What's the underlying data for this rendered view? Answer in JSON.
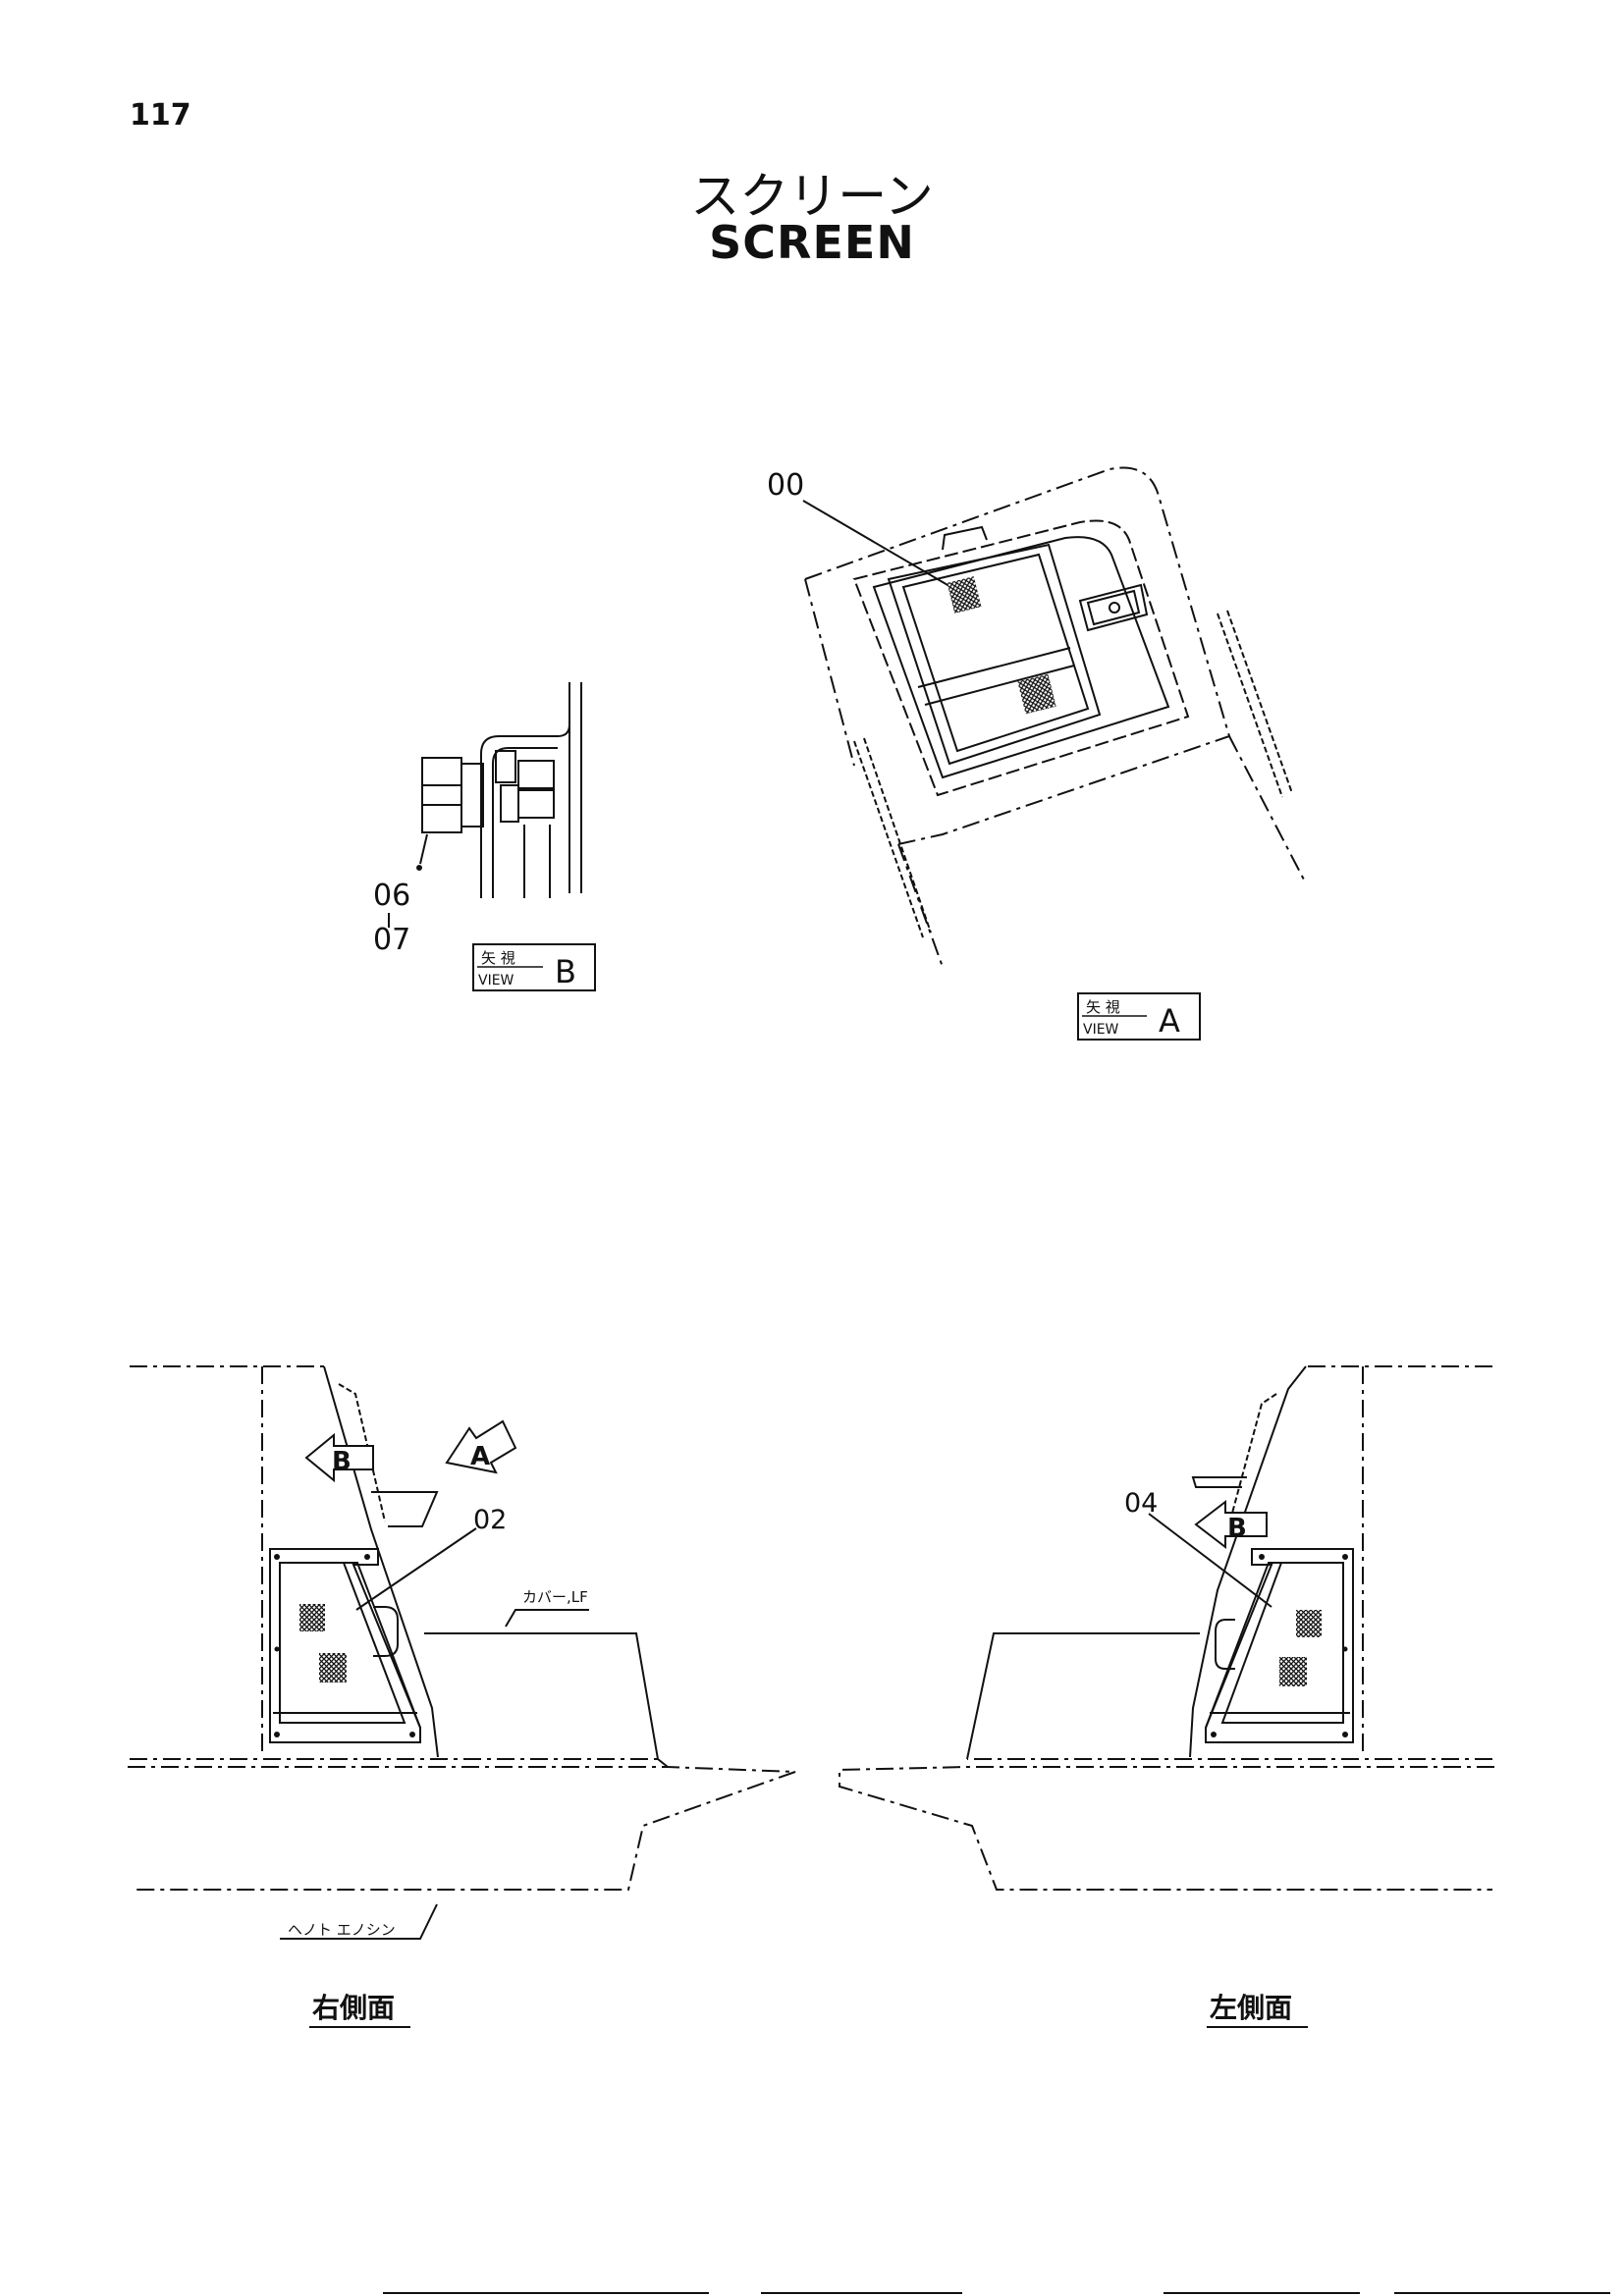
{
  "page": {
    "number": "117",
    "title_jp": "スクリーン",
    "title_en": "SCREEN"
  },
  "callouts": {
    "c00": "00",
    "c02": "02",
    "c04": "04",
    "c06": "06",
    "c07": "07"
  },
  "views": {
    "view_b": {
      "kanji": "矢 視",
      "label": "VIEW",
      "letter": "B"
    },
    "view_a": {
      "kanji": "矢 視",
      "label": "VIEW",
      "letter": "A"
    }
  },
  "arrows": {
    "arrow_b_right": "B",
    "arrow_a_right": "A",
    "arrow_b_left": "B"
  },
  "labels": {
    "cover_lf": "カバー,LF",
    "head_engine": "ヘノト エノシン",
    "right_side": "右側面",
    "left_side": "左側面"
  }
}
